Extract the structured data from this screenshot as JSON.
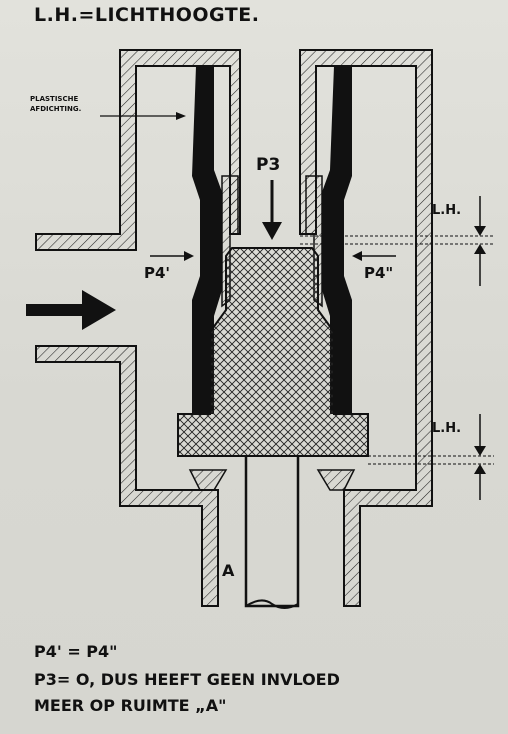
{
  "title": "L.H.=LICHTHOOGTE.",
  "labels": {
    "plastische_line1": "PLASTISCHE",
    "plastische_line2": "AFDICHTING.",
    "p3": "P3",
    "p4_left": "P4'",
    "p4_right": "P4\"",
    "lh_top": "L.H.",
    "lh_bottom": "L.H.",
    "a": "A"
  },
  "notes": {
    "line1": "P4' = P4\"",
    "line2": "P3= O, DUS HEEFT GEEN INVLOED",
    "line3": "MEER OP RUIMTE „A\""
  },
  "colors": {
    "ink": "#111111",
    "paper": "#dcdcd6"
  }
}
